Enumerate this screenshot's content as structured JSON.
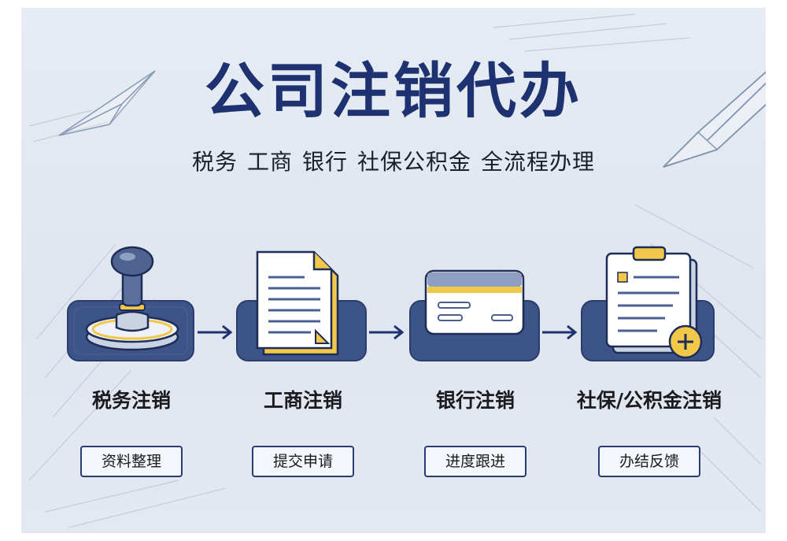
{
  "title": "公司注销代办",
  "subtitle": [
    "税务",
    "工商",
    "银行",
    "社保公积金",
    "全流程办理"
  ],
  "steps": [
    {
      "label": "税务注销",
      "tag": "资料整理",
      "icon": "stamp-icon"
    },
    {
      "label": "工商注销",
      "tag": "提交申请",
      "icon": "document-icon"
    },
    {
      "label": "银行注销",
      "tag": "进度跟进",
      "icon": "bank-card-icon"
    },
    {
      "label": "社保/公积金注销",
      "tag": "办结反馈",
      "icon": "clipboard-plus-icon"
    }
  ],
  "colors": {
    "navy": "#1e3272",
    "accent": "#f2c84b",
    "tile": "#3d5489",
    "paper": "#ffffff"
  }
}
